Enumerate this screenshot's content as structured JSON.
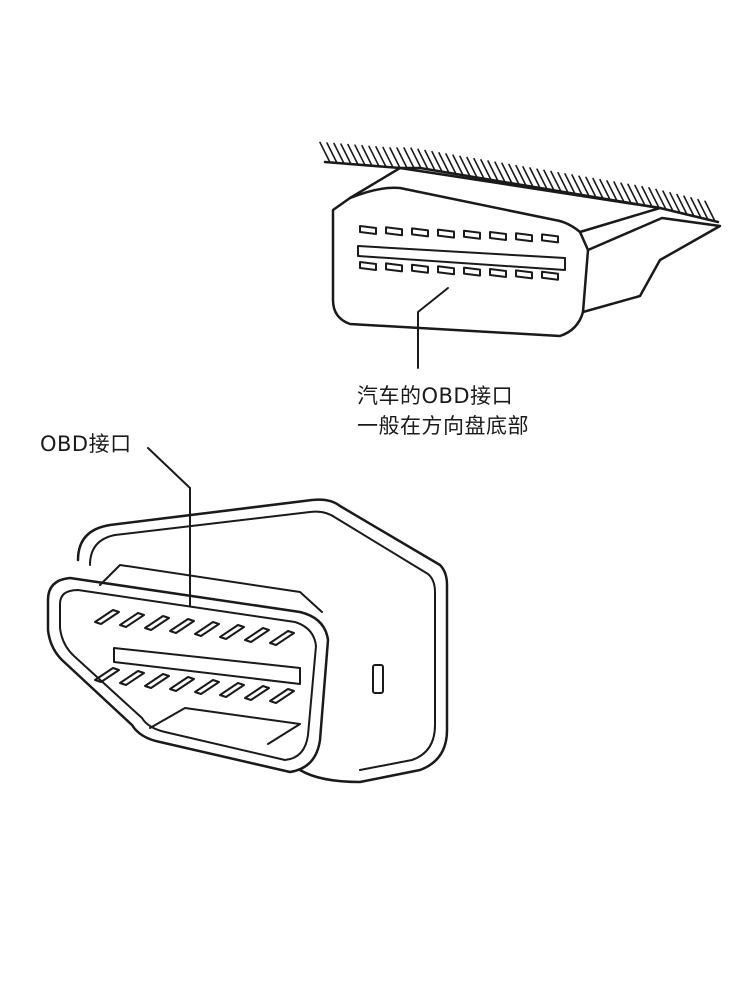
{
  "labels": {
    "car_port_line1": "汽车的OBD接口",
    "car_port_line2": "一般在方向盘底部",
    "obd_device": "OBD接口"
  },
  "colors": {
    "stroke": "#1a1a1a",
    "background": "#ffffff"
  }
}
